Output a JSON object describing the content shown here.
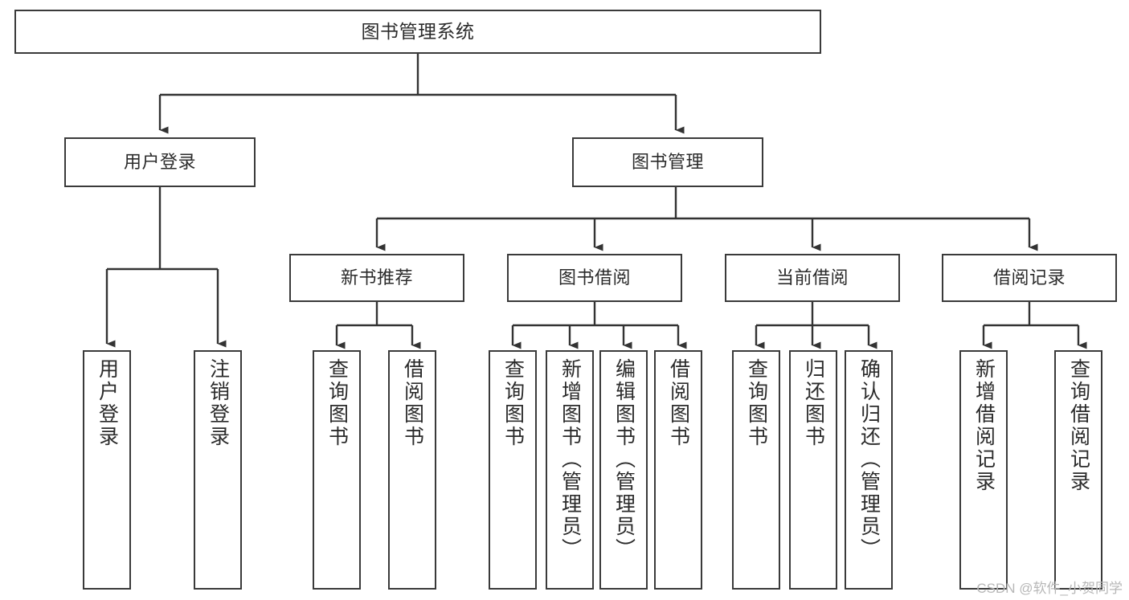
{
  "diagram": {
    "title": "图书管理系统",
    "type": "tree-hierarchy-diagram",
    "watermark": "CSDN @软件_小贺同学",
    "colors": {
      "box_border": "#3a3a3a",
      "box_fill": "#ffffff",
      "connector": "#333333",
      "text": "#2b2b2b",
      "watermark": "#b7b7b7",
      "background": "#ffffff"
    },
    "nodes": {
      "root": {
        "label": "图书管理系统"
      },
      "level2": [
        {
          "id": "user-login",
          "label": "用户登录"
        },
        {
          "id": "book-management",
          "label": "图书管理"
        }
      ],
      "level3": [
        {
          "id": "new-book-recommend",
          "label": "新书推荐"
        },
        {
          "id": "book-borrow",
          "label": "图书借阅"
        },
        {
          "id": "current-borrow",
          "label": "当前借阅"
        },
        {
          "id": "borrow-record",
          "label": "借阅记录"
        }
      ],
      "leaves": {
        "user_login": [
          {
            "id": "leaf-user-login",
            "label": "用户登录"
          },
          {
            "id": "leaf-logout-login",
            "label": "注销登录"
          }
        ],
        "new_book_recommend": [
          {
            "id": "leaf-query-books-1",
            "label": "查询图书"
          },
          {
            "id": "leaf-borrow-books-1",
            "label": "借阅图书"
          }
        ],
        "book_borrow": [
          {
            "id": "leaf-query-books-2",
            "label": "查询图书"
          },
          {
            "id": "leaf-add-book",
            "label": "新增图书（管理员）"
          },
          {
            "id": "leaf-edit-book",
            "label": "编辑图书（管理员）"
          },
          {
            "id": "leaf-borrow-books-2",
            "label": "借阅图书"
          }
        ],
        "current_borrow": [
          {
            "id": "leaf-query-books-3",
            "label": "查询图书"
          },
          {
            "id": "leaf-return-book",
            "label": "归还图书"
          },
          {
            "id": "leaf-confirm-return",
            "label": "确认归还（管理员）"
          }
        ],
        "borrow_record": [
          {
            "id": "leaf-add-record",
            "label": "新增借阅记录"
          },
          {
            "id": "leaf-query-record",
            "label": "查询借阅记录"
          }
        ]
      }
    }
  }
}
